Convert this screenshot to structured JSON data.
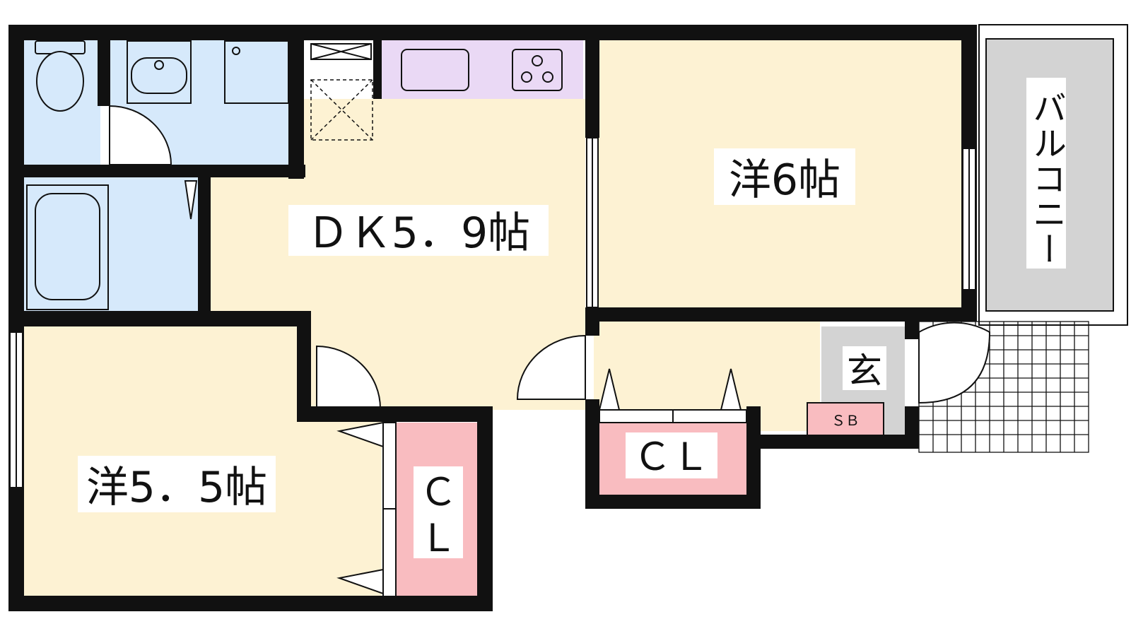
{
  "floor_plan": {
    "rooms": {
      "dk": {
        "label": "ＤＫ5．9帖"
      },
      "western_6": {
        "label": "洋6帖"
      },
      "western_5_5": {
        "label": "洋5．5帖"
      },
      "closet_left": {
        "label_line1": "Ｃ",
        "label_line2": "Ｌ"
      },
      "closet_entry": {
        "label": "ＣＬ"
      },
      "entrance": {
        "label": "玄"
      },
      "shoe_box": {
        "label": "ＳＢ"
      },
      "balcony": {
        "label": "バルコニー"
      }
    },
    "colors": {
      "wall": "#111111",
      "room_beige": "#fdf2d3",
      "wet_blue": "#d6e9fb",
      "kitchen_lavender": "#ead9f5",
      "closet_pink": "#f9bcc0",
      "balcony_gray": "#d3d3d3",
      "window_line": "#111111"
    }
  }
}
